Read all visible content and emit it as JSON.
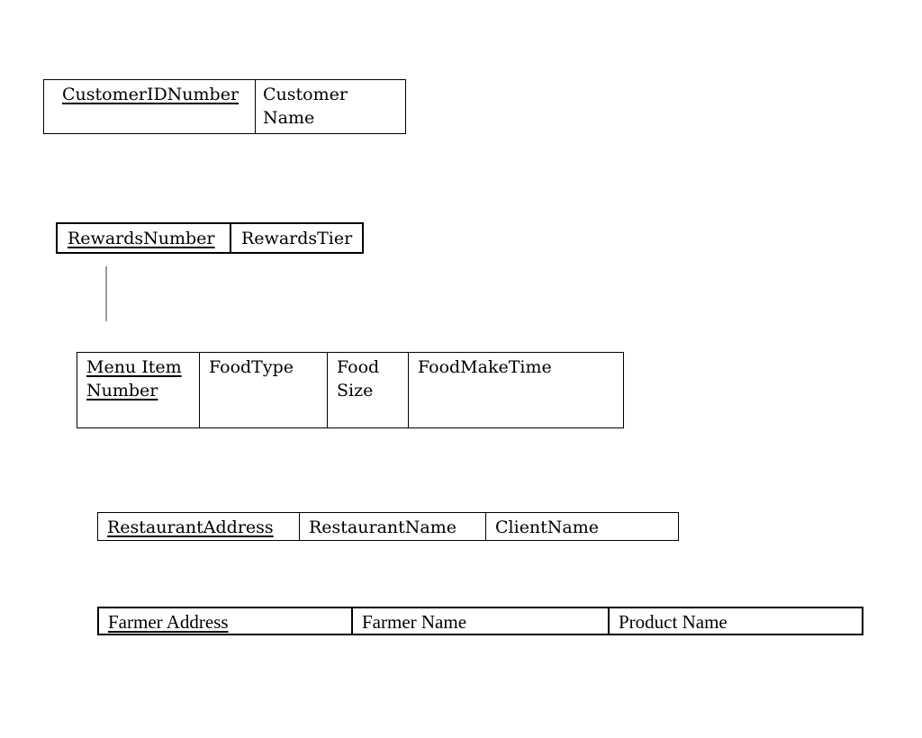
{
  "diagram": {
    "type": "database-schema",
    "background_color": "#ffffff",
    "border_color": "#000000",
    "text_color": "#000000",
    "connector": {
      "shape": "vertical-line",
      "from_table": "rewards",
      "color": "#9b9b9b"
    },
    "tables": [
      {
        "id": "customer",
        "columns": [
          {
            "label": "CustomerIDNumber",
            "primary_key": true
          },
          {
            "label": "Customer Name",
            "primary_key": false
          }
        ]
      },
      {
        "id": "rewards",
        "columns": [
          {
            "label": "RewardsNumber",
            "primary_key": true
          },
          {
            "label": "RewardsTier",
            "primary_key": false
          }
        ]
      },
      {
        "id": "menu-item",
        "columns": [
          {
            "label": "Menu Item Number",
            "primary_key": true
          },
          {
            "label": "FoodType",
            "primary_key": false
          },
          {
            "label": "Food Size",
            "primary_key": false
          },
          {
            "label": "FoodMakeTime",
            "primary_key": false
          }
        ]
      },
      {
        "id": "restaurant",
        "columns": [
          {
            "label": "RestaurantAddress",
            "primary_key": true
          },
          {
            "label": "RestaurantName",
            "primary_key": false
          },
          {
            "label": "ClientName",
            "primary_key": false
          }
        ]
      },
      {
        "id": "farmer",
        "columns": [
          {
            "label": "Farmer Address",
            "primary_key": true
          },
          {
            "label": "Farmer Name",
            "primary_key": false
          },
          {
            "label": "Product Name",
            "primary_key": false
          }
        ]
      }
    ]
  }
}
